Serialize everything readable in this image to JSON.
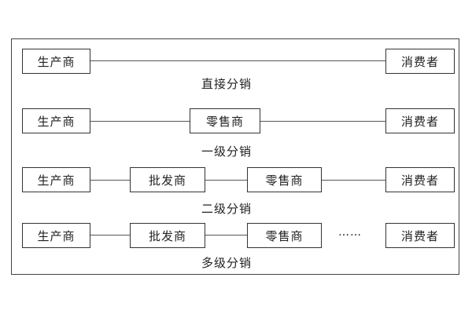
{
  "rows": [
    {
      "caption": "直接分销",
      "nodes": [
        "生产商",
        "消费者"
      ]
    },
    {
      "caption": "一级分销",
      "nodes": [
        "生产商",
        "零售商",
        "消费者"
      ]
    },
    {
      "caption": "二级分销",
      "nodes": [
        "生产商",
        "批发商",
        "零售商",
        "消费者"
      ]
    },
    {
      "caption": "多级分销",
      "nodes": [
        "生产商",
        "批发商",
        "零售商",
        "消费者"
      ],
      "ellipsis": "……"
    }
  ]
}
